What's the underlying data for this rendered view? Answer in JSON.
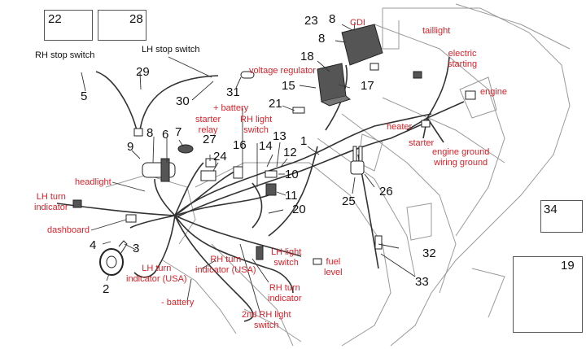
{
  "colors": {
    "callout_red": "#d8222a",
    "part_number": "#111111",
    "line": "#333333",
    "frame_line": "#9a9a9a",
    "component_fill": "#555555"
  },
  "boxes": {
    "box_22": "22",
    "box_28": "28",
    "box_34": "34",
    "box_19": "19"
  },
  "part_numbers": {
    "p1": "1",
    "p2": "2",
    "p3": "3",
    "p4": "4",
    "p5": "5",
    "p6": "6",
    "p7": "7",
    "p8a": "8",
    "p8b": "8",
    "p8c": "8",
    "p9": "9",
    "p10": "10",
    "p11": "11",
    "p12": "12",
    "p13": "13",
    "p14": "14",
    "p15": "15",
    "p16": "16",
    "p17": "17",
    "p18": "18",
    "p20": "20",
    "p21": "21",
    "p23": "23",
    "p24": "24",
    "p25": "25",
    "p26": "26",
    "p27": "27",
    "p29": "29",
    "p30": "30",
    "p31": "31",
    "p32": "32",
    "p33": "33"
  },
  "black_labels": {
    "rh_stop_switch": "RH stop switch",
    "lh_stop_switch": "LH stop switch"
  },
  "red_labels": {
    "cdi": "CDI",
    "taillight": "taillight",
    "electric_starting_1": "electric",
    "electric_starting_2": "starting",
    "voltage_regulator": "voltage regulator",
    "engine": "engine",
    "plus_battery": "+ battery",
    "starter_relay_1": "starter",
    "starter_relay_2": "relay",
    "rh_light_switch_1": "RH light",
    "rh_light_switch_2": "switch",
    "heater": "heater",
    "starter": "starter",
    "engine_ground": "engine ground",
    "wiring_ground": "wiring ground",
    "headlight": "headlight",
    "lh_turn_indicator_1": "LH turn",
    "lh_turn_indicator_2": "indicator",
    "dashboard": "dashboard",
    "lh_light_switch_1": "LH light",
    "lh_light_switch_2": "switch",
    "fuel_level_1": "fuel",
    "fuel_level_2": "level",
    "lh_turn_usa_1": "LH turn",
    "lh_turn_usa_2": "indicator (USA)",
    "rh_turn_usa_1": "RH turn",
    "rh_turn_usa_2": "indicator (USA)",
    "rh_turn_indicator_1": "RH turn",
    "rh_turn_indicator_2": "indicator",
    "minus_battery": "- battery",
    "second_rh_light_1": "2nd RH light",
    "second_rh_light_2": "switch"
  }
}
